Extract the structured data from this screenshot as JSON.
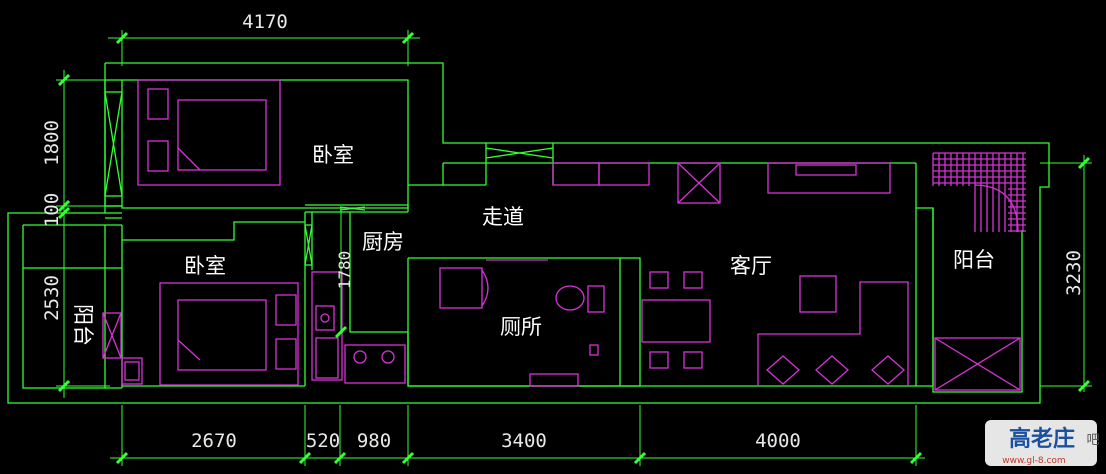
{
  "rooms": {
    "bedroom_top": "卧室",
    "bedroom_bottom": "卧室",
    "kitchen": "厨房",
    "corridor": "走道",
    "living_room": "客厅",
    "toilet": "厕所",
    "balcony_right": "阳台",
    "balcony_left": "阳台"
  },
  "dimensions": {
    "top_width": "4170",
    "left_upper": "1800",
    "left_mid": "100",
    "left_lower": "2530",
    "kitchen_depth": "1780",
    "right_height": "3230",
    "bottom": [
      "2670",
      "520",
      "980",
      "3400",
      "4000"
    ]
  },
  "watermark": {
    "logo": "高老庄",
    "url": "www.gl-8.com",
    "suffix": "吧"
  },
  "colors": {
    "walls_and_dimensions": "#33ff33",
    "furniture": "#d633d6",
    "text": "#ffffff",
    "background": "#000000"
  }
}
